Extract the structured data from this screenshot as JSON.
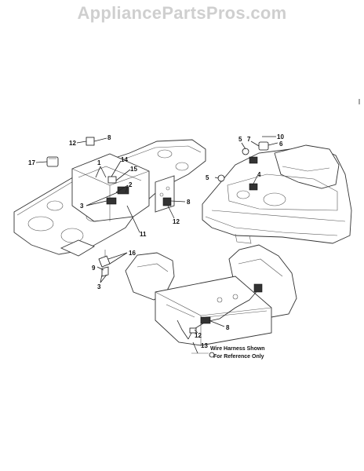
{
  "watermark": "AppliancePartsPros.com",
  "callouts": {
    "c1": "1",
    "c2": "2",
    "c3a": "3",
    "c3b": "3",
    "c4": "4",
    "c5a": "5",
    "c5b": "5",
    "c6": "6",
    "c7": "7",
    "c8a": "8",
    "c8b": "8",
    "c8c": "8",
    "c9": "9",
    "c10": "10",
    "c11": "11",
    "c12a": "12",
    "c12b": "12",
    "c12c": "12",
    "c13": "13",
    "c14": "14",
    "c15": "15",
    "c16": "16",
    "c17": "17"
  },
  "note": {
    "line1": "Wire Harness Shown",
    "line2": "For Reference Only"
  }
}
